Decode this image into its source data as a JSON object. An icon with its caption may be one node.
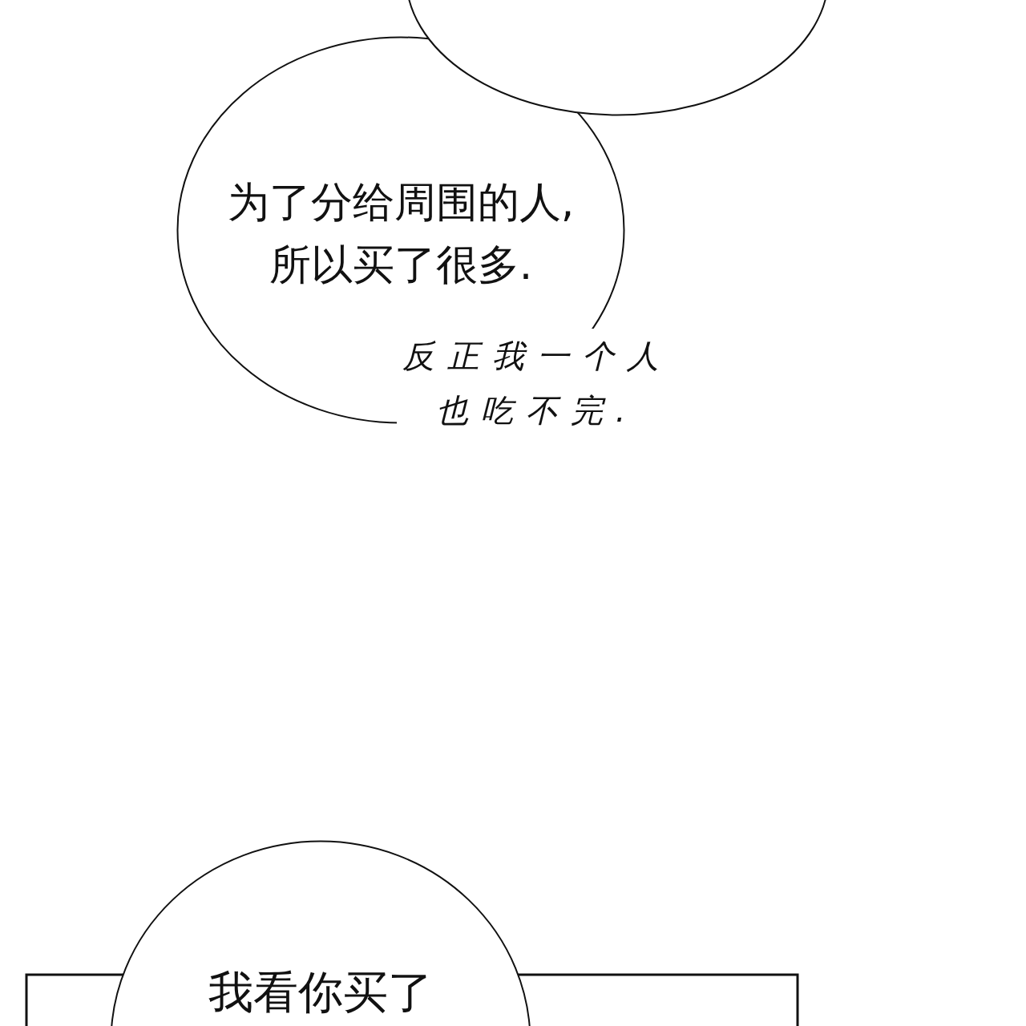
{
  "diagram": {
    "nodes": [
      {
        "text": [],
        "shape": "cloud"
      },
      {
        "text": [
          "为了分给周围的人,所以买了很多."
        ]
      },
      {
        "text": [
          "我看你买了"
        ]
      }
    ],
    "labels": [
      "反正我一个人也吃不完."
    ]
  }
}
